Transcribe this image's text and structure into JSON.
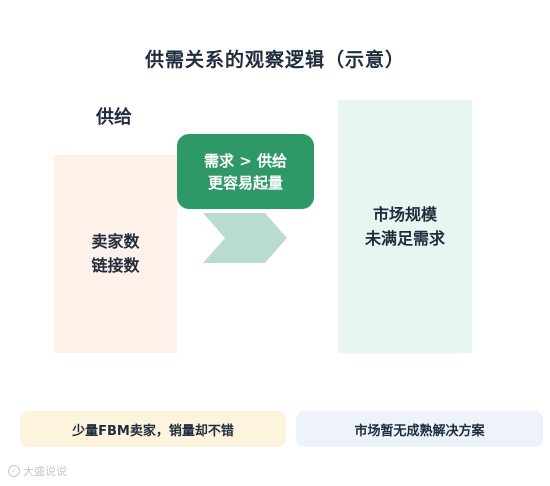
{
  "title": "供需关系的观察逻辑（示意）",
  "supply_label": "供给",
  "left_box": {
    "line1": "卖家数",
    "line2": "链接数"
  },
  "badge": {
    "line1": "需求 > 供给",
    "line2": "更容易起量"
  },
  "right_box": {
    "line1": "市场规模",
    "line2": "未满足需求"
  },
  "bottom": {
    "left_pill": "少量FBM卖家，销量却不错",
    "right_pill": "市场暂无成熟解决方案"
  },
  "watermark": {
    "text": "大盛说说"
  },
  "colors": {
    "left_box_bg": "#fdf1e9",
    "right_box_bg": "#e8f6f1",
    "badge_bg": "#2e9966",
    "arrow": "#b9dbd2",
    "left_pill_bg": "#fdf4dd",
    "right_pill_bg": "#eef2fa",
    "text_dark": "#1f2d3d"
  }
}
